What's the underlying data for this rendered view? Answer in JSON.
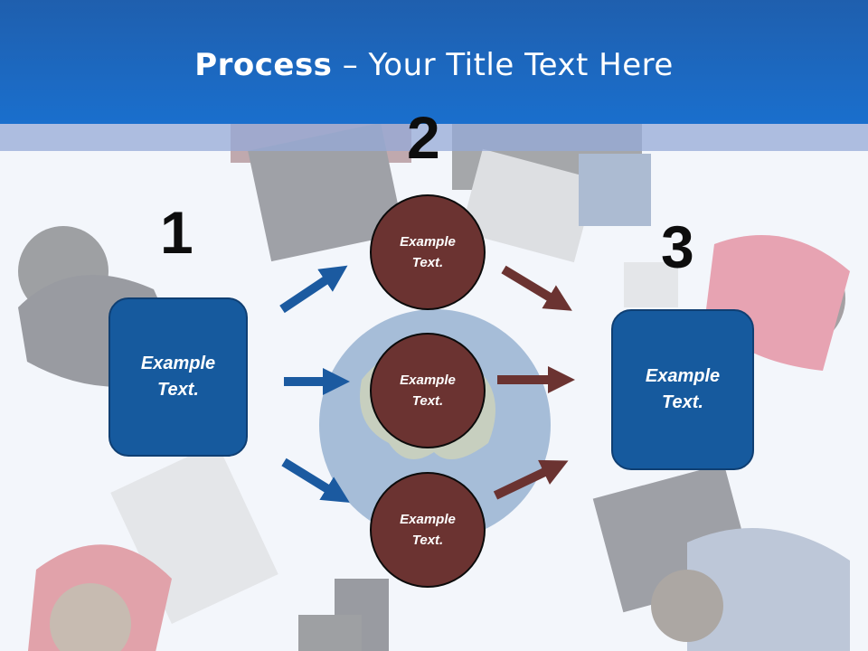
{
  "slide": {
    "title_bold": "Process",
    "title_rest": " – Your Title Text Here"
  },
  "steps": {
    "one": "1",
    "two": "2",
    "three": "3"
  },
  "boxes": {
    "left": {
      "line1": "Example",
      "line2": "Text."
    },
    "right": {
      "line1": "Example",
      "line2": "Text."
    }
  },
  "circles": {
    "top": {
      "line1": "Example",
      "line2": "Text."
    },
    "middle": {
      "line1": "Example",
      "line2": "Text."
    },
    "bottom": {
      "line1": "Example",
      "line2": "Text."
    }
  },
  "colors": {
    "header_blue": "#1a6fcd",
    "box_blue": "#165a9e",
    "circle_brown": "#6b3331",
    "arrow_blue": "#1b5aa0",
    "arrow_brown": "#6b3331"
  }
}
